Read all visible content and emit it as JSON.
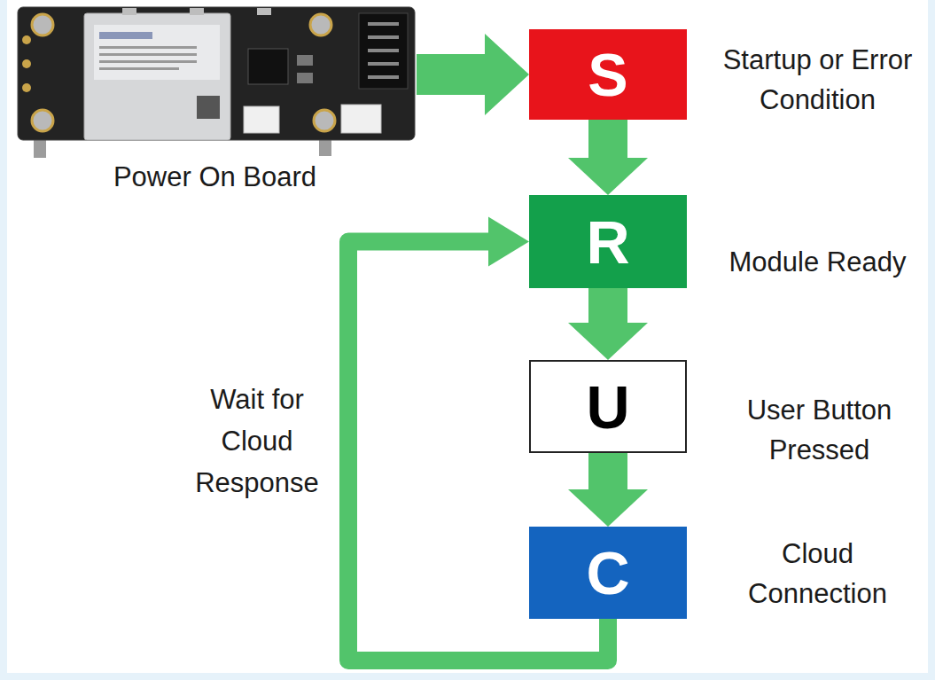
{
  "diagram": {
    "nodes": [
      {
        "text": [
          "Power On Board"
        ]
      },
      {
        "text": [
          "S",
          "Startup or Error Condition"
        ]
      },
      {
        "text": [
          "R",
          "Module Ready"
        ]
      },
      {
        "text": [
          "U",
          "User Button Pressed"
        ]
      },
      {
        "text": [
          "C",
          "Cloud Connection"
        ]
      }
    ],
    "edges": [
      {
        "from": 0,
        "to": 1,
        "arrow": "to"
      },
      {
        "from": 1,
        "to": 2,
        "arrow": "to"
      },
      {
        "from": 2,
        "to": 3,
        "arrow": "to"
      },
      {
        "from": 3,
        "to": 4,
        "arrow": "to"
      },
      {
        "from": 4,
        "to": 2,
        "arrow": "to",
        "label": "Wait for Cloud Response"
      }
    ]
  }
}
